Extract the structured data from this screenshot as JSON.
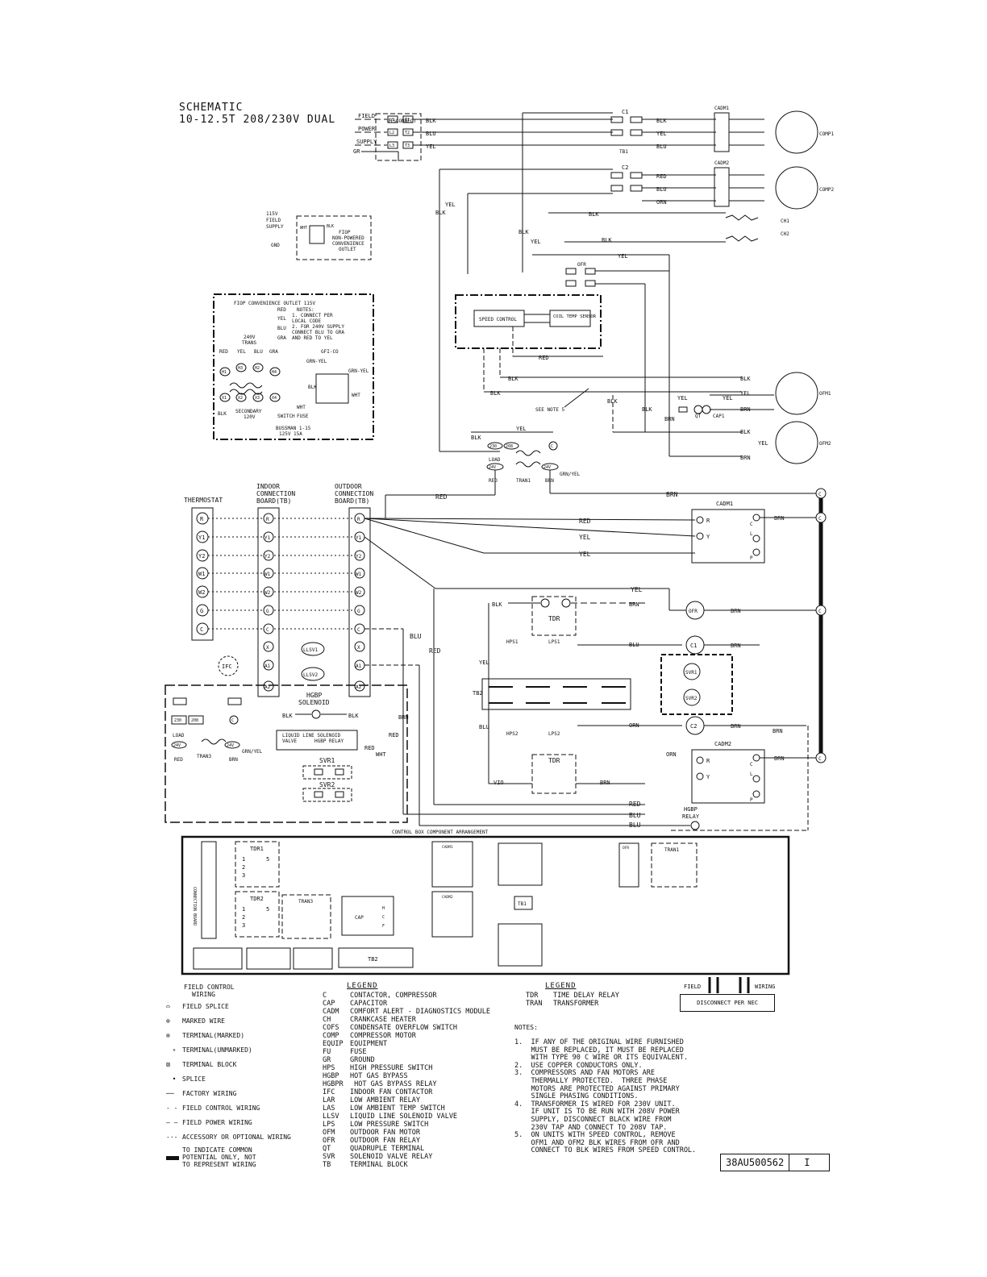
{
  "title": {
    "line1": "SCHEMATIC",
    "line2": "10-12.5T 208/230V DUAL"
  },
  "power": {
    "disconnect": "DISCONNECT",
    "field": "FIELD",
    "power": "POWER",
    "supply": "SUPPLY",
    "gr": "GR",
    "l1": "L1",
    "l2": "L2",
    "l3": "L3",
    "t1": "T1",
    "t2": "T2",
    "t3": "T3"
  },
  "wires": {
    "blk": "BLK",
    "blu": "BLU",
    "yel": "YEL",
    "red": "RED",
    "brn": "BRN",
    "orn": "ORN",
    "wht": "WHT",
    "gra": "GRA",
    "grn_yel": "GRN-YEL",
    "grnyel": "GRN/YEL",
    "vio": "VIO"
  },
  "components": {
    "c1": "C1",
    "c2": "C2",
    "tb1": "TB1",
    "cadm1": "CADM1",
    "cadm2": "CADM2",
    "comp1": "COMP1",
    "comp2": "COMP2",
    "ch1": "CH1",
    "ch2": "CH2",
    "ofr": "OFR",
    "ofm1": "OFM1",
    "ofm2": "OFM2",
    "qt": "QT",
    "cap1": "CAP1",
    "speed_control": "SPEED CONTROL",
    "coil_temp_sensor": "COIL TEMP SENSOR",
    "see_note": "SEE NOTE 5",
    "load": "LOAD",
    "tran1": "TRAN1",
    "tran3": "TRAN3",
    "v24": "24V",
    "v230": "230",
    "v208": "208",
    "c": "C",
    "thermostat": "THERMOSTAT",
    "indoor_board": [
      "INDOOR",
      "CONNECTION",
      "BOARD(TB)"
    ],
    "outdoor_board": [
      "OUTDOOR",
      "CONNECTION",
      "BOARD(TB)"
    ],
    "tstat_terms": [
      "R",
      "Y1",
      "Y2",
      "W1",
      "W2",
      "G",
      "C"
    ],
    "board_terms": [
      "R",
      "Y1",
      "Y2",
      "W1",
      "W2",
      "G",
      "C",
      "X",
      "A1",
      "A2"
    ],
    "ifc": "IFC",
    "llsv1": "LLSV1",
    "llsv2": "LLSV2",
    "hgbp_solenoid": [
      "HGBP",
      "SOLENOID"
    ],
    "llsv_label": [
      "LIQUID LINE SOLENOID",
      "VALVE",
      "HGBP RELAY"
    ],
    "svr1": "SVR1",
    "svr2": "SVR2",
    "tdr": "TDR",
    "hps1": "HPS1",
    "hps2": "HPS2",
    "lps1": "LPS1",
    "lps2": "LPS2",
    "tb2": "TB2",
    "hgbp_relay": [
      "HGBP",
      "RELAY"
    ],
    "cadm_terms": [
      "R",
      "Y",
      "P",
      "C",
      "L"
    ]
  },
  "convenience": {
    "v115": "115V",
    "field": "FIELD",
    "supply": "SUPPLY",
    "gnd": "GND",
    "wht": "WHT",
    "blk": "BLK",
    "label": [
      "FIOP",
      "NON-POWERED",
      "CONVENIENCE",
      "OUTLET"
    ],
    "box_title": "FIOP CONVENIENCE OUTLET 115V",
    "notes_title": "NOTES:",
    "notes": [
      "1. CONNECT PER",
      "   LOCAL CODE",
      "2. FOR 240V SUPPLY",
      "   CONNECT BLU TO GRA",
      "   AND RED TO YEL"
    ],
    "trans": [
      "240V",
      "TRANS"
    ],
    "secondary": [
      "SECONDARY",
      "120V"
    ],
    "switch": "SWITCH",
    "fuse": "FUSE",
    "gfi": "GFI-CO",
    "bussman": [
      "BUSSMAN 1-15",
      "125V 15A"
    ],
    "h_terms": [
      "H1",
      "H3",
      "H2",
      "H4"
    ],
    "x_terms": [
      "X1",
      "X2",
      "X3",
      "X4"
    ]
  },
  "control_box": {
    "title": "CONTROL BOX COMPONENT ARRANGEMENT",
    "board": "CONNECTION BOARD",
    "tdr1": "TDR1",
    "tdr2": "TDR2",
    "tran3": "TRAN3",
    "cap": "CAP",
    "cadm1": "CADM1",
    "cadm2": "CADM2",
    "tb1": "TB1",
    "tb2": "TB2",
    "ofr": "OFR",
    "tran1": "TRAN1",
    "cap_terms": [
      "H",
      "C",
      "F"
    ],
    "numbers": [
      "1",
      "2",
      "3",
      "5"
    ]
  },
  "disconnect_nec": {
    "field": "FIELD",
    "wiring": "WIRING",
    "label": "DISCONNECT PER NEC"
  },
  "symbols": {
    "heading": [
      "FIELD CONTROL",
      "WIRING"
    ],
    "items": [
      "FIELD SPLICE",
      "MARKED WIRE",
      "TERMINAL(MARKED)",
      "TERMINAL(UNMARKED)",
      "TERMINAL BLOCK",
      "SPLICE",
      "FACTORY WIRING",
      "FIELD CONTROL WIRING",
      "FIELD POWER WIRING",
      "ACCESSORY OR OPTIONAL WIRING",
      "TO INDICATE COMMON",
      "POTENTIAL ONLY, NOT",
      "TO REPRESENT WIRING"
    ]
  },
  "legend1": {
    "heading": "LEGEND",
    "rows": [
      [
        "C",
        "CONTACTOR, COMPRESSOR"
      ],
      [
        "CAP",
        "CAPACITOR"
      ],
      [
        "CADM",
        "COMFORT ALERT - DIAGNOSTICS MODULE"
      ],
      [
        "CH",
        "CRANKCASE HEATER"
      ],
      [
        "COFS",
        "CONDENSATE OVERFLOW SWITCH"
      ],
      [
        "COMP",
        "COMPRESSOR MOTOR"
      ],
      [
        "EQUIP",
        "EQUIPMENT"
      ],
      [
        "FU",
        "FUSE"
      ],
      [
        "GR",
        "GROUND"
      ],
      [
        "HPS",
        "HIGH PRESSURE SWITCH"
      ],
      [
        "HGBP",
        "HOT GAS BYPASS"
      ],
      [
        "HGBPR",
        " HOT GAS BYPASS RELAY"
      ],
      [
        "IFC",
        "INDOOR FAN CONTACTOR"
      ],
      [
        "LAR",
        "LOW AMBIENT RELAY"
      ],
      [
        "LAS",
        "LOW AMBIENT TEMP SWITCH"
      ],
      [
        "LLSV",
        "LIQUID LINE SOLENOID VALVE"
      ],
      [
        "LPS",
        "LOW PRESSURE SWITCH"
      ],
      [
        "OFM",
        "OUTDOOR FAN MOTOR"
      ],
      [
        "OFR",
        "OUTDOOR FAN RELAY"
      ],
      [
        "QT",
        "QUADRUPLE TERMINAL"
      ],
      [
        "SVR",
        "SOLENOID VALVE RELAY"
      ],
      [
        "TB",
        "TERMINAL BLOCK"
      ]
    ]
  },
  "legend2": {
    "heading": "LEGEND",
    "rows": [
      [
        "TDR",
        "TIME DELAY RELAY"
      ],
      [
        "TRAN",
        "TRANSFORMER"
      ]
    ]
  },
  "notes": {
    "heading": "NOTES:",
    "lines": [
      "1.  IF ANY OF THE ORIGINAL WIRE FURNISHED",
      "    MUST BE REPLACED, IT MUST BE REPLACED",
      "    WITH TYPE 90 C WIRE OR ITS EQUIVALENT.",
      "2.  USE COPPER CONDUCTORS ONLY.",
      "3.  COMPRESSORS AND FAN MOTORS ARE",
      "    THERMALLY PROTECTED.  THREE PHASE",
      "    MOTORS ARE PROTECTED AGAINST PRIMARY",
      "    SINGLE PHASING CONDITIONS.",
      "4.  TRANSFORMER IS WIRED FOR 230V UNIT.",
      "    IF UNIT IS TO BE RUN WITH 208V POWER",
      "    SUPPLY, DISCONNECT BLACK WIRE FROM",
      "    230V TAP AND CONNECT TO 208V TAP.",
      "5.  ON UNITS WITH SPEED CONTROL, REMOVE",
      "    OFM1 AND OFM2 BLK WIRES FROM OFR AND",
      "    CONNECT TO BLK WIRES FROM SPEED CONTROL."
    ]
  },
  "part_number": {
    "number": "38AU500562",
    "rev": "I"
  }
}
